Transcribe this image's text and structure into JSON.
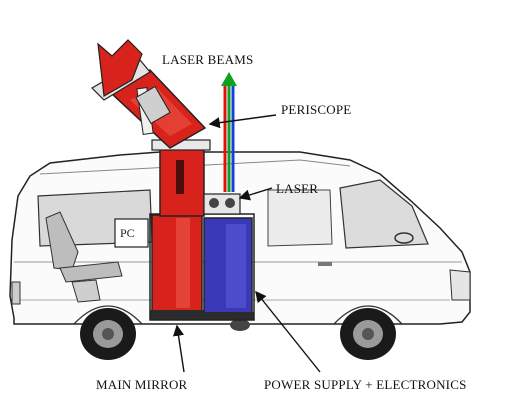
{
  "labels": {
    "laser_beams": "LASER BEAMS",
    "periscope": "PERISCOPE",
    "laser": "LASER",
    "main_mirror": "MAIN MIRROR",
    "power_supply": "POWER SUPPLY + ELECTRONICS",
    "pc": "PC"
  },
  "colors": {
    "mirror_red": "#d8231c",
    "power_blue": "#3a3ab8",
    "beam_red": "#e01010",
    "beam_green": "#10a020",
    "beam_blue": "#1840e0",
    "van_body": "#ffffff",
    "outline": "#222222",
    "window": "#d9d9d9"
  }
}
